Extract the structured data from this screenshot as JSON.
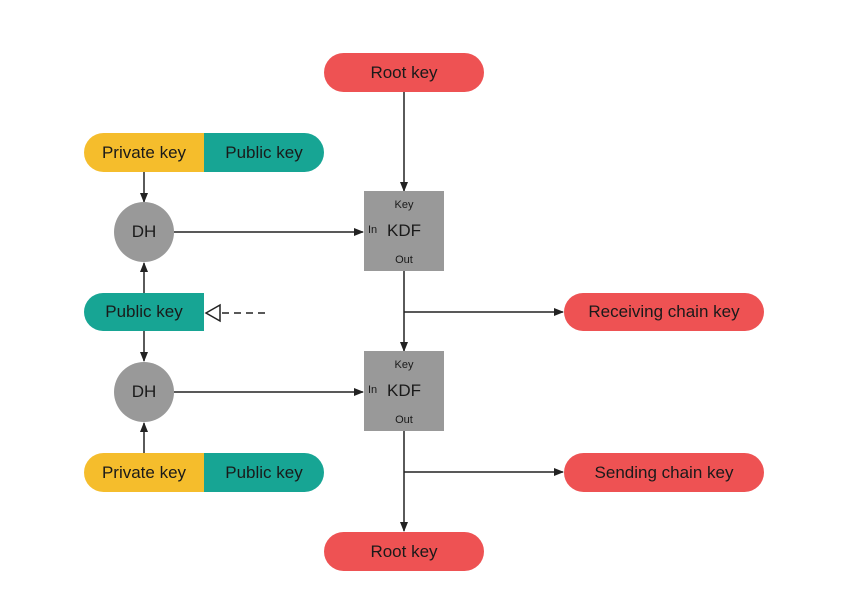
{
  "colors": {
    "root_key": "#ee5253",
    "private_key": "#f5bd2c",
    "public_key": "#17a594",
    "dh": "#999999",
    "kdf": "#999999",
    "lines": "#222222"
  },
  "nodes": {
    "root_key_top": "Root key",
    "root_key_bottom": "Root key",
    "private_key_top": "Private key",
    "public_key_top": "Public key",
    "private_key_bottom": "Private key",
    "public_key_bottom": "Public key",
    "public_key_middle": "Public key",
    "dh_top": "DH",
    "dh_bottom": "DH",
    "receiving_chain_key": "Receiving chain key",
    "sending_chain_key": "Sending chain key"
  },
  "kdf_top": {
    "key": "Key",
    "in": "In",
    "name": "KDF",
    "out": "Out"
  },
  "kdf_bottom": {
    "key": "Key",
    "in": "In",
    "name": "KDF",
    "out": "Out"
  }
}
